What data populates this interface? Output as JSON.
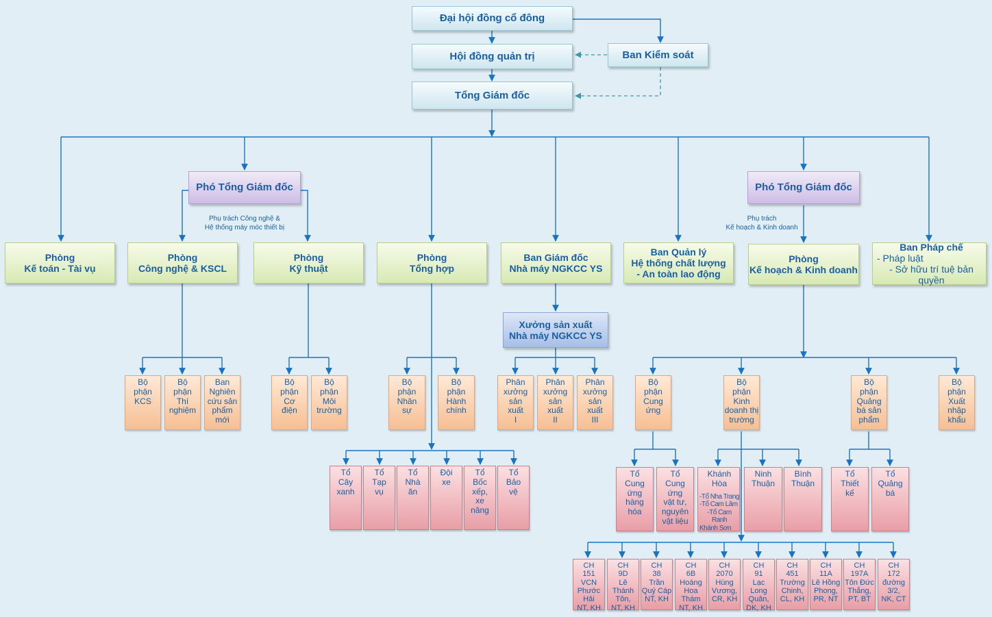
{
  "shareholders": "Đại hội đồng cổ đông",
  "board": "Hội đồng quản trị",
  "supervisory": "Ban Kiểm soát",
  "ceo": "Tổng Giám đốc",
  "vp_left": {
    "title": "Phó Tổng Giám đốc",
    "note_1": "Phụ trách Công nghệ &",
    "note_2": "Hệ thống máy móc thiết bị"
  },
  "vp_right": {
    "title": "Phó Tổng Giám đốc",
    "note_1": "Phụ trách",
    "note_2": "Kế hoạch & Kinh doanh"
  },
  "dept_accounting": {
    "l1": "Phòng",
    "l2": "Kế toán - Tài vụ"
  },
  "dept_tech_qc": {
    "l1": "Phòng",
    "l2": "Công nghệ & KSCL"
  },
  "dept_engineering": {
    "l1": "Phòng",
    "l2": "Kỹ thuật"
  },
  "dept_general": {
    "l1": "Phòng",
    "l2": "Tổng hợp"
  },
  "factory_board": {
    "l1": "Ban Giám đốc",
    "l2": "Nhà máy NGKCC YS"
  },
  "quality_board": {
    "l1": "Ban Quản lý",
    "l2": "Hệ thống chất lượng",
    "l3": "- An toàn lao động"
  },
  "dept_business": {
    "l1": "Phòng",
    "l2": "Kế hoạch & Kinh doanh"
  },
  "legal": {
    "title": "Ban Pháp chế",
    "b1": "- Pháp luật",
    "b2": "- Sở hữu trí tuệ bản quyền"
  },
  "workshop": {
    "l1": "Xưởng sản xuất",
    "l2": "Nhà máy NGKCC YS"
  },
  "units_tech": [
    [
      "Bộ",
      "phận",
      "KCS"
    ],
    [
      "Bộ",
      "phận",
      "Thí",
      "nghiệm"
    ],
    [
      "Ban",
      "Nghiên",
      "cứu sản",
      "phẩm",
      "mới"
    ]
  ],
  "units_eng": [
    [
      "Bộ",
      "phận",
      "Cơ",
      "điện"
    ],
    [
      "Bộ",
      "phận",
      "Môi",
      "trường"
    ]
  ],
  "units_general": [
    [
      "Bộ",
      "phận",
      "Nhân",
      "sự"
    ],
    [
      "Bộ",
      "phận",
      "Hành",
      "chính"
    ]
  ],
  "units_workshop": [
    [
      "Phân",
      "xưởng",
      "sản",
      "xuất",
      "I"
    ],
    [
      "Phân",
      "xưởng",
      "sản",
      "xuất",
      "II"
    ],
    [
      "Phân",
      "xưởng",
      "sản",
      "xuất",
      "III"
    ]
  ],
  "units_business": [
    [
      "Bộ",
      "phận",
      "Cung",
      "ứng"
    ],
    [
      "Bộ",
      "phận",
      "Kinh",
      "doanh thị",
      "trường"
    ],
    [
      "Bộ",
      "phận",
      "Quảng",
      "bá sản",
      "phẩm"
    ],
    [
      "Bộ",
      "phận",
      "Xuất",
      "nhập",
      "khẩu"
    ]
  ],
  "teams_general": [
    [
      "Tổ",
      "Cây",
      "xanh"
    ],
    [
      "Tổ",
      "Tạp",
      "vụ"
    ],
    [
      "Tổ",
      "Nhà",
      "ăn"
    ],
    [
      "Đội",
      "xe"
    ],
    [
      "Tổ",
      "Bốc",
      "xếp,",
      "xe",
      "nâng"
    ],
    [
      "Tổ",
      "Bảo",
      "vệ"
    ]
  ],
  "teams_supply": [
    [
      "Tổ",
      "Cung",
      "ứng",
      "hàng",
      "hóa"
    ],
    [
      "Tổ",
      "Cung",
      "ứng",
      "vật tư,",
      "nguyên",
      "vật liệu"
    ]
  ],
  "region_khanh_hoa": {
    "l1": "Khánh",
    "l2": "Hòa",
    "s1": "-Tổ Nha Trang",
    "s2": "-Tổ Cam Lâm",
    "s3": "-Tổ Cam Ranh",
    "s4": "Khánh Sơn"
  },
  "regions_other": [
    [
      "Ninh",
      "Thuận"
    ],
    [
      "Bình",
      "Thuận"
    ]
  ],
  "teams_promo": [
    [
      "Tổ",
      "Thiết",
      "kế"
    ],
    [
      "Tổ",
      "Quảng",
      "bá"
    ]
  ],
  "stores": [
    [
      "CH",
      "151",
      "VCN",
      "Phước Hải",
      "NT, KH"
    ],
    [
      "CH",
      "9D",
      "Lê Thánh",
      "Tôn,",
      "NT, KH"
    ],
    [
      "CH",
      "38",
      "Trần",
      "Quý Cáp",
      "NT, KH"
    ],
    [
      "CH",
      "6B",
      "Hoàng",
      "Hoa Thám",
      "NT, KH"
    ],
    [
      "CH",
      "2070",
      "Hùng",
      "Vương,",
      "CR, KH"
    ],
    [
      "CH",
      "91",
      "Lạc Long",
      "Quân,",
      "DK, KH"
    ],
    [
      "CH",
      "451",
      "Trường",
      "Chinh,",
      "CL, KH"
    ],
    [
      "CH",
      "11A",
      "Lê Hồng",
      "Phong,",
      "PR, NT"
    ],
    [
      "CH",
      "197A",
      "Tôn Đức",
      "Thắng,",
      "PT, BT"
    ],
    [
      "CH",
      "172",
      "đường",
      "3/2,",
      "NK, CT"
    ]
  ],
  "colors": {
    "line": "#1a73c0",
    "text": "#1a5fa0",
    "background": "#e2eef6"
  }
}
